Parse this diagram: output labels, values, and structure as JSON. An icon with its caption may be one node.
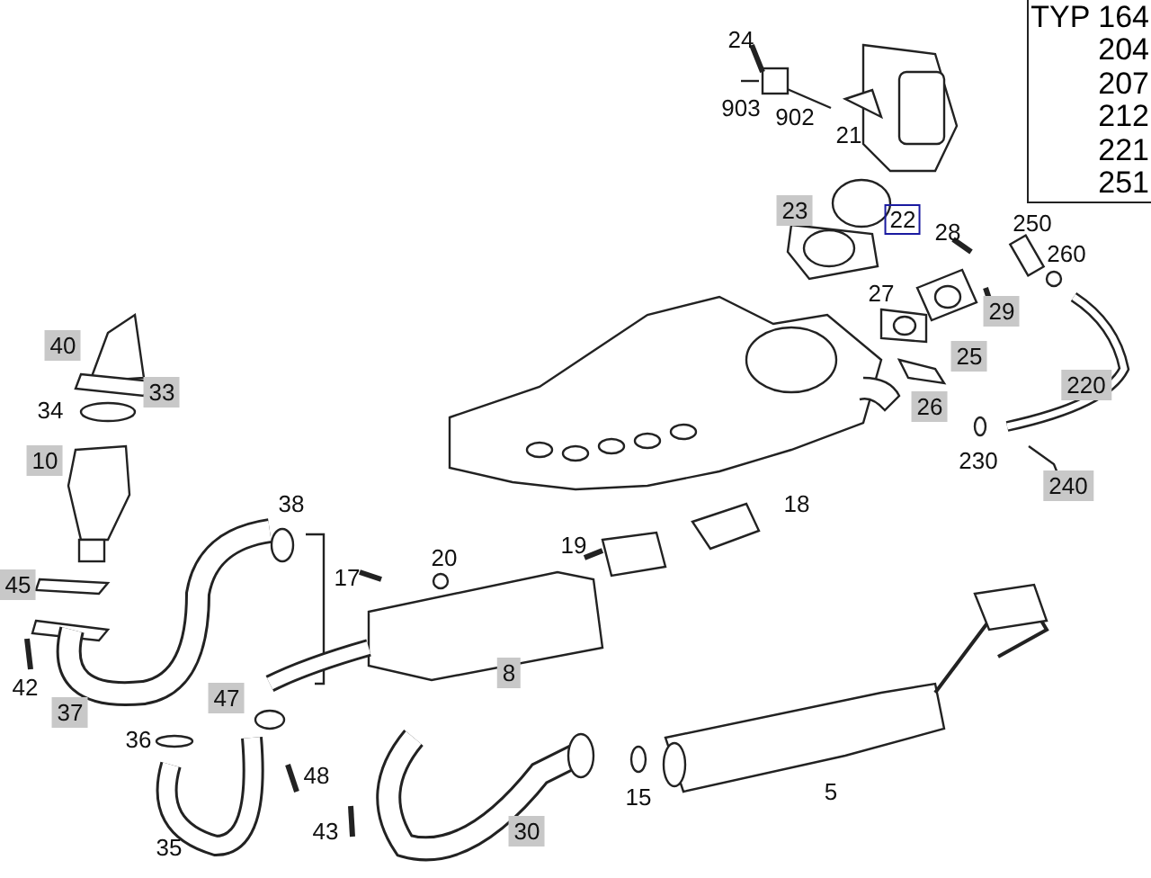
{
  "diagram": {
    "labels": [
      "TYP 164",
      "204",
      "207",
      "212",
      "221",
      "251",
      "24",
      "903",
      "902",
      "21",
      "250",
      "23",
      "22",
      "28",
      "260",
      "27",
      "29",
      "25",
      "40",
      "33",
      "26",
      "220",
      "34",
      "230",
      "240",
      "10",
      "18",
      "38",
      "20",
      "19",
      "17",
      "45",
      "8",
      "42",
      "37",
      "47",
      "36",
      "48",
      "5",
      "15",
      "43",
      "30",
      "35"
    ]
  }
}
